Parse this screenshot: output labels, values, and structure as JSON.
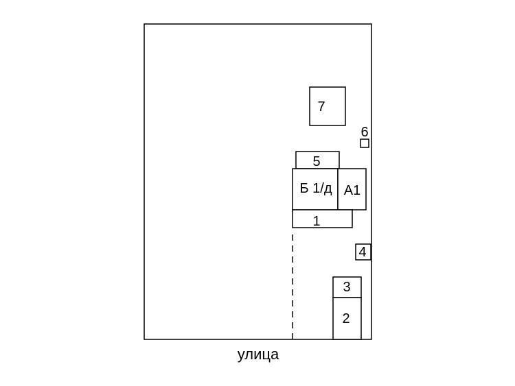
{
  "plot": {
    "buildings": {
      "b7": "7",
      "b6": "6",
      "b5": "5",
      "main": "Б 1/д",
      "a1": "А1",
      "b1": "1",
      "b4": "4",
      "b3": "3",
      "b2": "2"
    },
    "street_label": "улица"
  },
  "colors": {
    "line": "#000000",
    "background": "#ffffff"
  }
}
